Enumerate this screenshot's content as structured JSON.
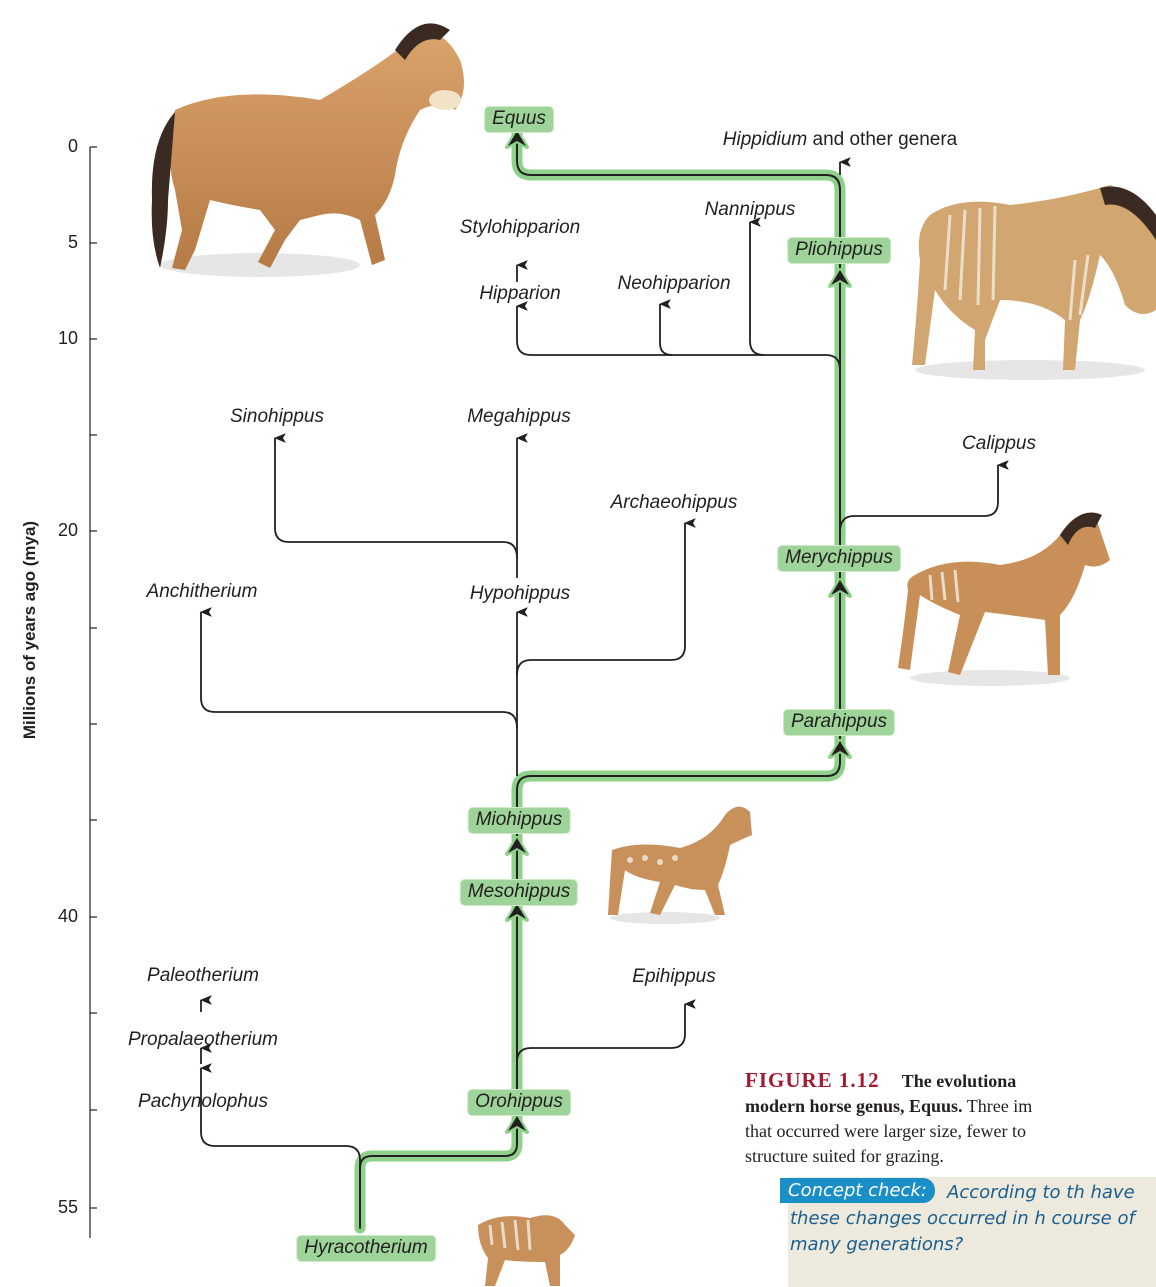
{
  "axis": {
    "title": "Millions of years ago (mya)",
    "ticks": [
      "0",
      "5",
      "10",
      "20",
      "40",
      "55"
    ]
  },
  "main_lineage": [
    "Hyracotherium",
    "Orohippus",
    "Mesohippus",
    "Miohippus",
    "Parahippus",
    "Merychippus",
    "Pliohippus",
    "Equus"
  ],
  "genera": {
    "equus": "Equus",
    "hippidium": "Hippidium",
    "hippidium_suffix": " and other genera",
    "nannippus": "Nannippus",
    "stylohipparion": "Stylohipparion",
    "pliohippus": "Pliohippus",
    "hipparion": "Hipparion",
    "neohipparion": "Neohipparion",
    "sinohippus": "Sinohippus",
    "megahippus": "Megahippus",
    "calippus": "Calippus",
    "archaeohippus": "Archaeohippus",
    "merychippus": "Merychippus",
    "anchitherium": "Anchitherium",
    "hypohippus": "Hypohippus",
    "parahippus": "Parahippus",
    "miohippus": "Miohippus",
    "mesohippus": "Mesohippus",
    "paleotherium": "Paleotherium",
    "epihippus": "Epihippus",
    "propalaeotherium": "Propalaeotherium",
    "pachynolophus": "Pachynolophus",
    "orohippus": "Orohippus",
    "hyracotherium": "Hyracotherium"
  },
  "caption": {
    "figure_label": "FIGURE 1.12",
    "title_bold": "The evolutiona",
    "line2_bold": "modern horse genus, Equus.",
    "line2_rest": " Three im",
    "line3": "that occurred were larger size, fewer to",
    "line4": "structure suited for grazing."
  },
  "concept_check": {
    "label": "Concept check:",
    "text": "According to th have these changes occurred in h course of many generations?"
  },
  "colors": {
    "main_line": "#8fd18a",
    "branch_line": "#231f20",
    "figure_label": "#a6192e",
    "check_tag": "#1a8ec7",
    "check_bg": "#ede9dc"
  }
}
